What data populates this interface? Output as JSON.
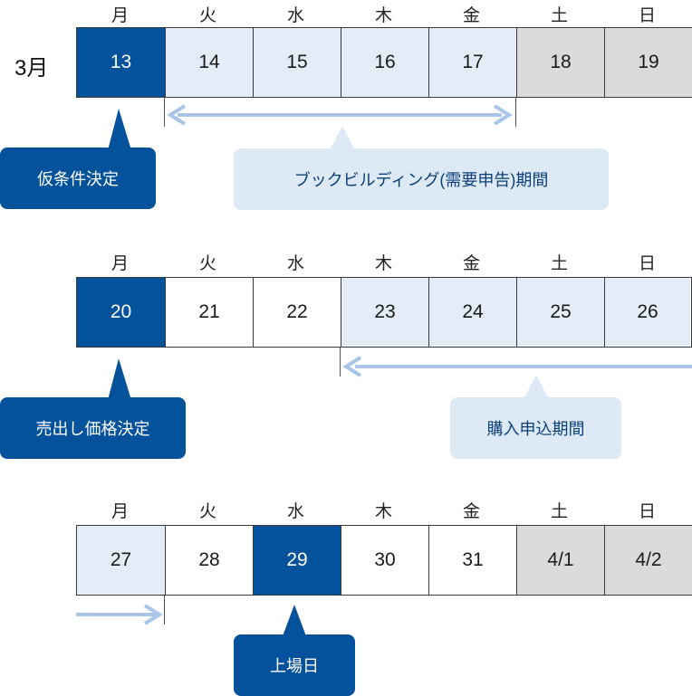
{
  "month_label": "3月",
  "days_of_week": [
    "月",
    "火",
    "水",
    "木",
    "金",
    "土",
    "日"
  ],
  "weeks": [
    {
      "days": [
        {
          "label": "13",
          "style": "dark"
        },
        {
          "label": "14",
          "style": "light"
        },
        {
          "label": "15",
          "style": "light"
        },
        {
          "label": "16",
          "style": "light"
        },
        {
          "label": "17",
          "style": "light"
        },
        {
          "label": "18",
          "style": "gray"
        },
        {
          "label": "19",
          "style": "gray"
        }
      ]
    },
    {
      "days": [
        {
          "label": "20",
          "style": "dark"
        },
        {
          "label": "21",
          "style": "white"
        },
        {
          "label": "22",
          "style": "white"
        },
        {
          "label": "23",
          "style": "light"
        },
        {
          "label": "24",
          "style": "light"
        },
        {
          "label": "25",
          "style": "light"
        },
        {
          "label": "26",
          "style": "light"
        }
      ]
    },
    {
      "days": [
        {
          "label": "27",
          "style": "light"
        },
        {
          "label": "28",
          "style": "white"
        },
        {
          "label": "29",
          "style": "dark"
        },
        {
          "label": "30",
          "style": "white"
        },
        {
          "label": "31",
          "style": "white"
        },
        {
          "label": "4/1",
          "style": "gray"
        },
        {
          "label": "4/2",
          "style": "gray"
        }
      ]
    }
  ],
  "callouts": {
    "tentative": "仮条件決定",
    "bookbuilding": "ブックビルディング(需要申告)期間",
    "pricing": "売出し価格決定",
    "subscription": "購入申込期間",
    "listing": "上場日"
  },
  "colors": {
    "dark": "#05529c",
    "light": "#e3ecf7",
    "gray": "#dadcdb",
    "arrow": "#a9c6e8"
  }
}
